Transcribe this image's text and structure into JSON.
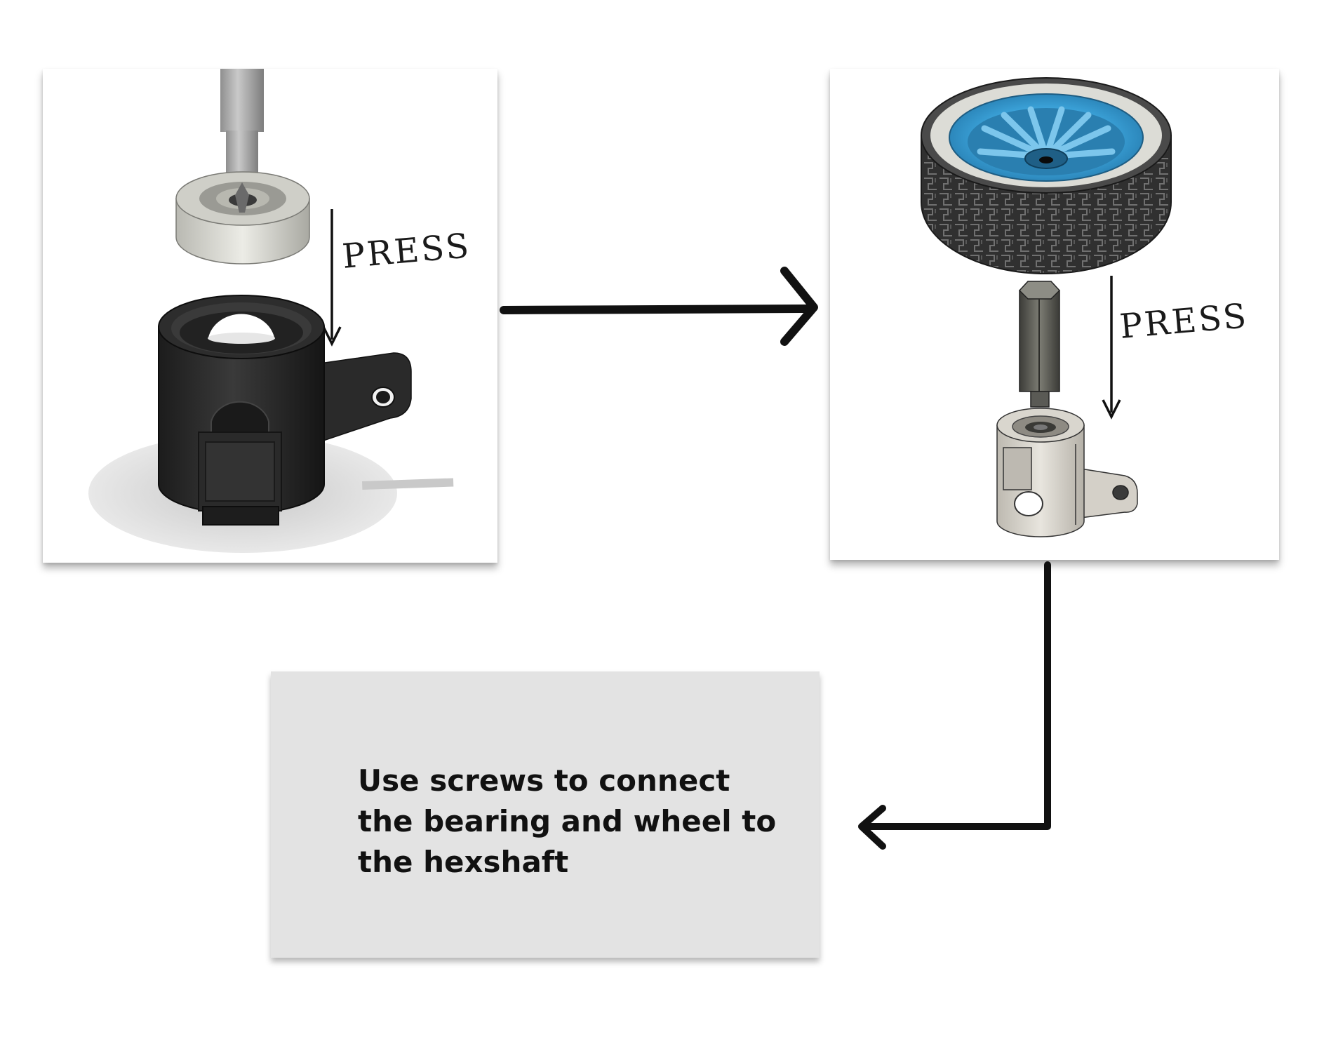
{
  "steps": [
    {
      "press_label": "PRESS"
    },
    {
      "press_label": "PRESS"
    }
  ],
  "instruction": {
    "text": "Use screws to connect the bearing and wheel to the hexshaft"
  },
  "colors": {
    "arrow": "#111111",
    "instruction_box": "#e3e3e3",
    "wheel_rim": "#3fa9e0",
    "tire": "#2b2b2b",
    "mount_dark": "#262626",
    "mount_light": "#dedad2",
    "bearing": "#d6d6d0"
  }
}
